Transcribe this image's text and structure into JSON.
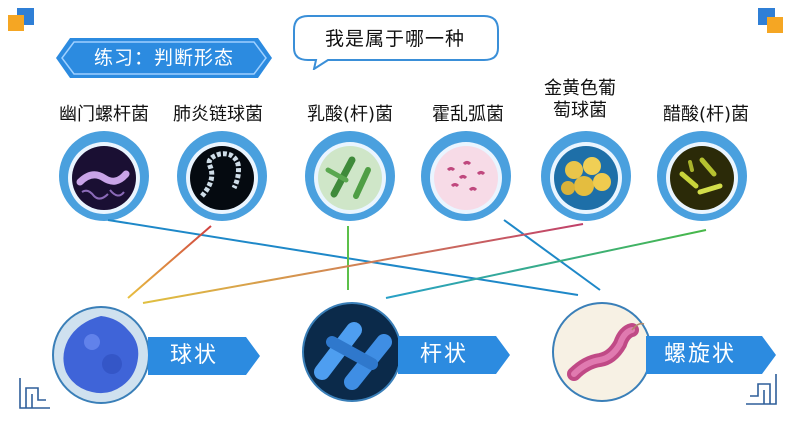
{
  "header": {
    "section_label": "练习：判断形态",
    "bubble_text": "我是属于哪一种"
  },
  "bacteria": [
    {
      "name": "幽门螺杆菌"
    },
    {
      "name": "肺炎链球菌"
    },
    {
      "name": "乳酸(杆)菌"
    },
    {
      "name": "霍乱弧菌"
    },
    {
      "name": "金黄色葡萄球菌",
      "line1": "金黄色葡",
      "line2": "萄球菌"
    },
    {
      "name": "醋酸(杆)菌"
    }
  ],
  "shapes": [
    {
      "label": "球状"
    },
    {
      "label": "杆状"
    },
    {
      "label": "螺旋状"
    }
  ],
  "colors": {
    "accent_blue": "#2f7fd6",
    "badge_blue": "#2c8be0",
    "orange": "#f5a623"
  }
}
